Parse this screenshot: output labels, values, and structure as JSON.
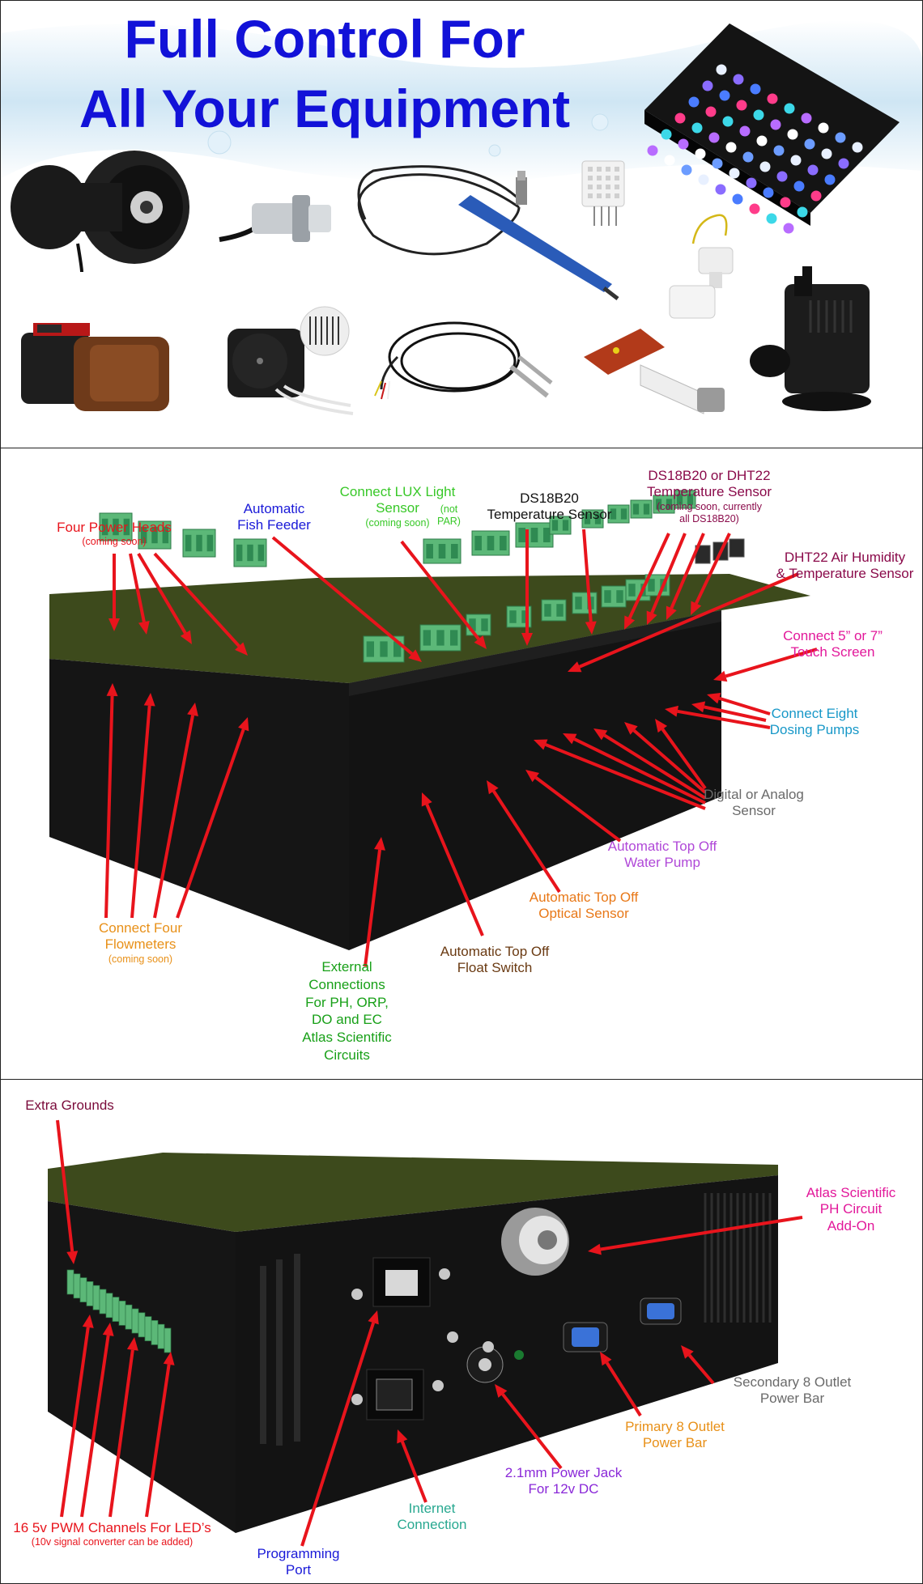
{
  "header": {
    "title_line1": "Full Control For",
    "title_line2": "All Your Equipment"
  },
  "colors": {
    "title": "#1212d8",
    "arrow": "#e8141c",
    "board_body": "#141414",
    "board_top": "#3a4a18",
    "connector": "#5cb878",
    "water": "#b9dcef"
  },
  "equipment_icons": [
    "wavemaker-powerhead-icon",
    "bulkhead-float-sensor-icon",
    "ph-probe-icon",
    "dht22-sensor-icon",
    "led-light-panel-icon",
    "vertical-float-switch-icon",
    "auto-fish-feeder-icon",
    "peristaltic-dosing-pump-icon",
    "ds18b20-temperature-probe-icon",
    "atlas-ph-circuit-icon",
    "return-water-pump-icon"
  ],
  "front_view": {
    "labels": {
      "four_power_heads": {
        "main": "Four Power Heads",
        "sub": "(coming soon)",
        "color": "#e8141c"
      },
      "fish_feeder": {
        "main": "Automatic\nFish Feeder",
        "sub": "",
        "color": "#1a1ad8"
      },
      "lux_sensor": {
        "main": "Connect LUX Light\nSensor",
        "inline": "(not PAR)",
        "sub": "(coming soon)",
        "color": "#38c828"
      },
      "ds18b20": {
        "main": "DS18B20\nTemperature Sensor",
        "sub": "",
        "color": "#111111"
      },
      "ds18b20_or_dht22": {
        "main": "DS18B20 or DHT22\nTemperature Sensor",
        "sub": "(coming soon, currently\nall DS18B20)",
        "color": "#8a0a4a"
      },
      "dht22_humidity": {
        "main": "DHT22 Air Humidity\n& Temperature Sensor",
        "sub": "",
        "color": "#8a0a4a"
      },
      "touch_screen": {
        "main": "Connect 5” or 7”\nTouch Screen",
        "sub": "",
        "color": "#e2189a"
      },
      "dosing_pumps": {
        "main": "Connect Eight\nDosing Pumps",
        "sub": "",
        "color": "#1898c8"
      },
      "digital_analog": {
        "main": "Digital or Analog\nSensor",
        "sub": "",
        "color": "#6a6a6a"
      },
      "ato_water_pump": {
        "main": "Automatic Top Off\nWater Pump",
        "sub": "",
        "color": "#b048d8"
      },
      "ato_optical": {
        "main": "Automatic Top Off\nOptical Sensor",
        "sub": "",
        "color": "#e87818"
      },
      "ato_float": {
        "main": "Automatic Top Off\nFloat Switch",
        "sub": "",
        "color": "#6a3a12"
      },
      "external_connections": {
        "main": "External\nConnections\nFor PH, ORP,\nDO and EC\nAtlas Scientific\nCircuits",
        "sub": "",
        "color": "#18a018"
      },
      "flowmeters": {
        "main": "Connect Four\nFlowmeters",
        "sub": "(coming soon)",
        "color": "#e89018"
      }
    }
  },
  "back_view": {
    "labels": {
      "extra_grounds": {
        "main": "Extra Grounds",
        "sub": "",
        "color": "#7a0a3a"
      },
      "atlas_ph": {
        "main": "Atlas Scientific\nPH Circuit\nAdd-On",
        "sub": "",
        "color": "#e2189a"
      },
      "secondary_bar": {
        "main": "Secondary 8 Outlet\nPower Bar",
        "sub": "",
        "color": "#6a6a6a"
      },
      "primary_bar": {
        "main": "Primary 8 Outlet\nPower Bar",
        "sub": "",
        "color": "#e89018"
      },
      "power_jack": {
        "main": "2.1mm Power Jack\nFor 12v DC",
        "sub": "",
        "color": "#8a28d8"
      },
      "internet": {
        "main": "Internet\nConnection",
        "sub": "",
        "color": "#28a890"
      },
      "programming": {
        "main": "Programming\nPort",
        "sub": "",
        "color": "#1a1ad8"
      },
      "pwm_channels": {
        "main": "16 5v PWM Channels For LED’s",
        "sub": "(10v signal converter can be added)",
        "color": "#e8141c"
      }
    }
  }
}
